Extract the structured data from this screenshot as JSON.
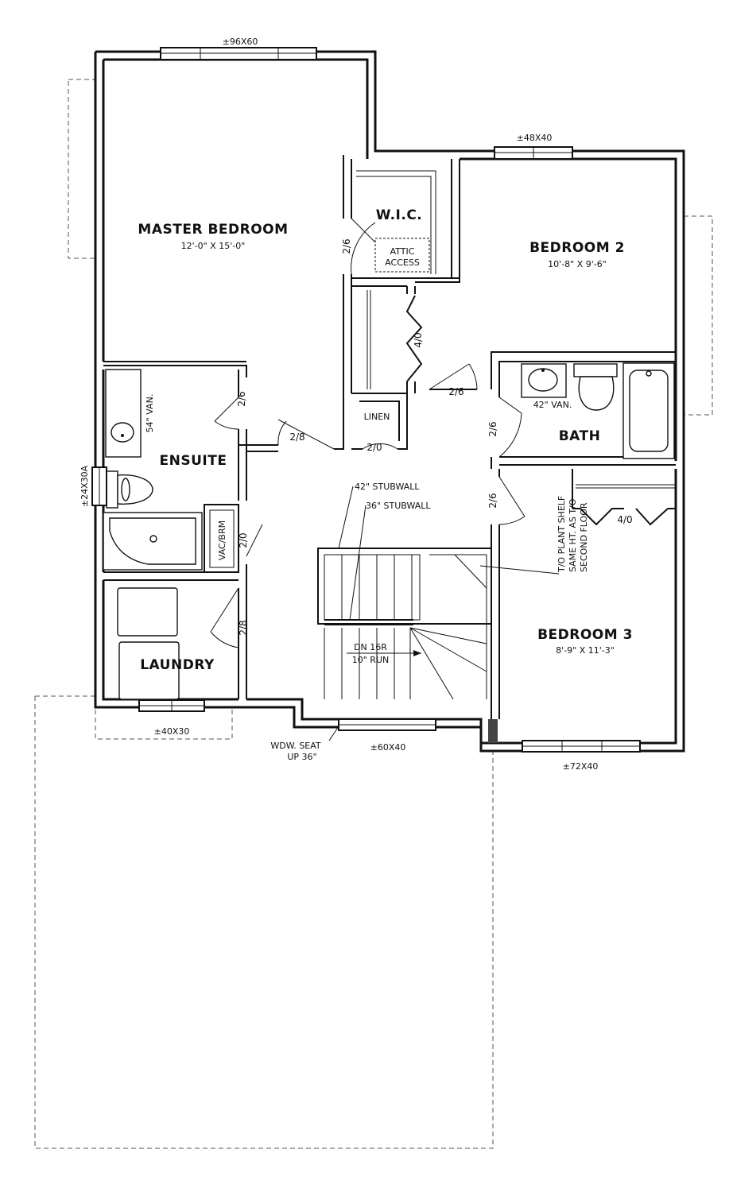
{
  "rooms": {
    "master": {
      "name": "MASTER BEDROOM",
      "size": "12'-0\" X 15'-0\""
    },
    "bedroom2": {
      "name": "BEDROOM 2",
      "size": "10'-8\" X 9'-6\""
    },
    "bedroom3": {
      "name": "BEDROOM 3",
      "size": "8'-9\" X 11'-3\""
    },
    "wic": {
      "name": "W.I.C."
    },
    "ensuite": {
      "name": "ENSUITE"
    },
    "bath": {
      "name": "BATH"
    },
    "laundry": {
      "name": "LAUNDRY"
    },
    "linen": {
      "name": "LINEN"
    },
    "vac": {
      "name": "VAC/BRM"
    }
  },
  "notes": {
    "attic_1": "ATTIC",
    "attic_2": "ACCESS",
    "van_54": "54\" VAN.",
    "van_42": "42\" VAN.",
    "stub_42": "42\" STUBWALL",
    "stub_36": "36\" STUBWALL",
    "stair_1": "DN 16R",
    "stair_2": "10\" RUN",
    "seat_1": "WDW. SEAT",
    "seat_2": "UP 36\"",
    "plant_1": "T/O PLANT SHELF",
    "plant_2": "SAME HT. AS T/O",
    "plant_3": "SECOND FLOOR"
  },
  "windows": {
    "w_master": "±96X60",
    "w_bed2": "±48X40",
    "w_ensuite": "±24X30A",
    "w_laundry": "±40X30",
    "w_seat": "±60X40",
    "w_bed3": "±72X40"
  },
  "doors": {
    "wic": "2/6",
    "hall_closet": "4/0",
    "bed2": "2/6",
    "ensuite": "2/6",
    "master": "2/8",
    "linen": "2/0",
    "bath": "2/6",
    "bed3": "2/6",
    "bed3_closet": "4/0",
    "vac": "2/0",
    "laundry": "2/8"
  }
}
